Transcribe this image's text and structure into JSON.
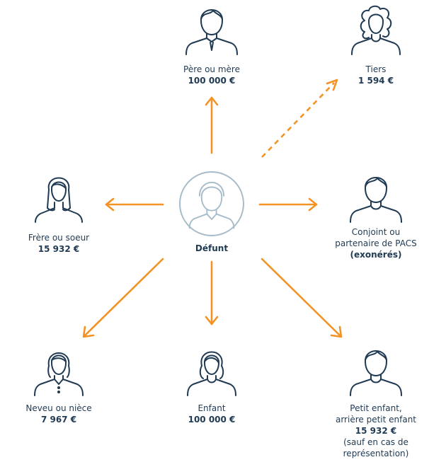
{
  "nodes": {
    "defunt": {
      "label": "Défunt"
    },
    "pere_mere": {
      "label": "Père ou mère",
      "amount": "100 000 €"
    },
    "tiers": {
      "label": "Tiers",
      "amount": "1 594 €"
    },
    "frere_soeur": {
      "label": "Frère ou soeur",
      "amount": "15 932 €"
    },
    "conjoint": {
      "line1": "Conjoint ou",
      "line2": "partenaire de PACS",
      "note": "(exonérés)"
    },
    "neveu_niece": {
      "label": "Neveu ou nièce",
      "amount": "7 967 €"
    },
    "enfant": {
      "label": "Enfant",
      "amount": "100 000 €"
    },
    "petit_enfant": {
      "line1": "Petit enfant,",
      "line2": "arrière petit enfant",
      "amount": "15 932 €",
      "note1": "(sauf en cas de",
      "note2": "représentation)"
    }
  },
  "colors": {
    "arrow": "#f39325",
    "text": "#1f3a52",
    "center_icon": "#a6bccb"
  },
  "icons": [
    "man-icon",
    "curly-woman-icon",
    "long-hair-woman-icon",
    "man-icon",
    "woman-bun-icon",
    "woman-icon",
    "man-icon",
    "deceased-man-icon"
  ]
}
